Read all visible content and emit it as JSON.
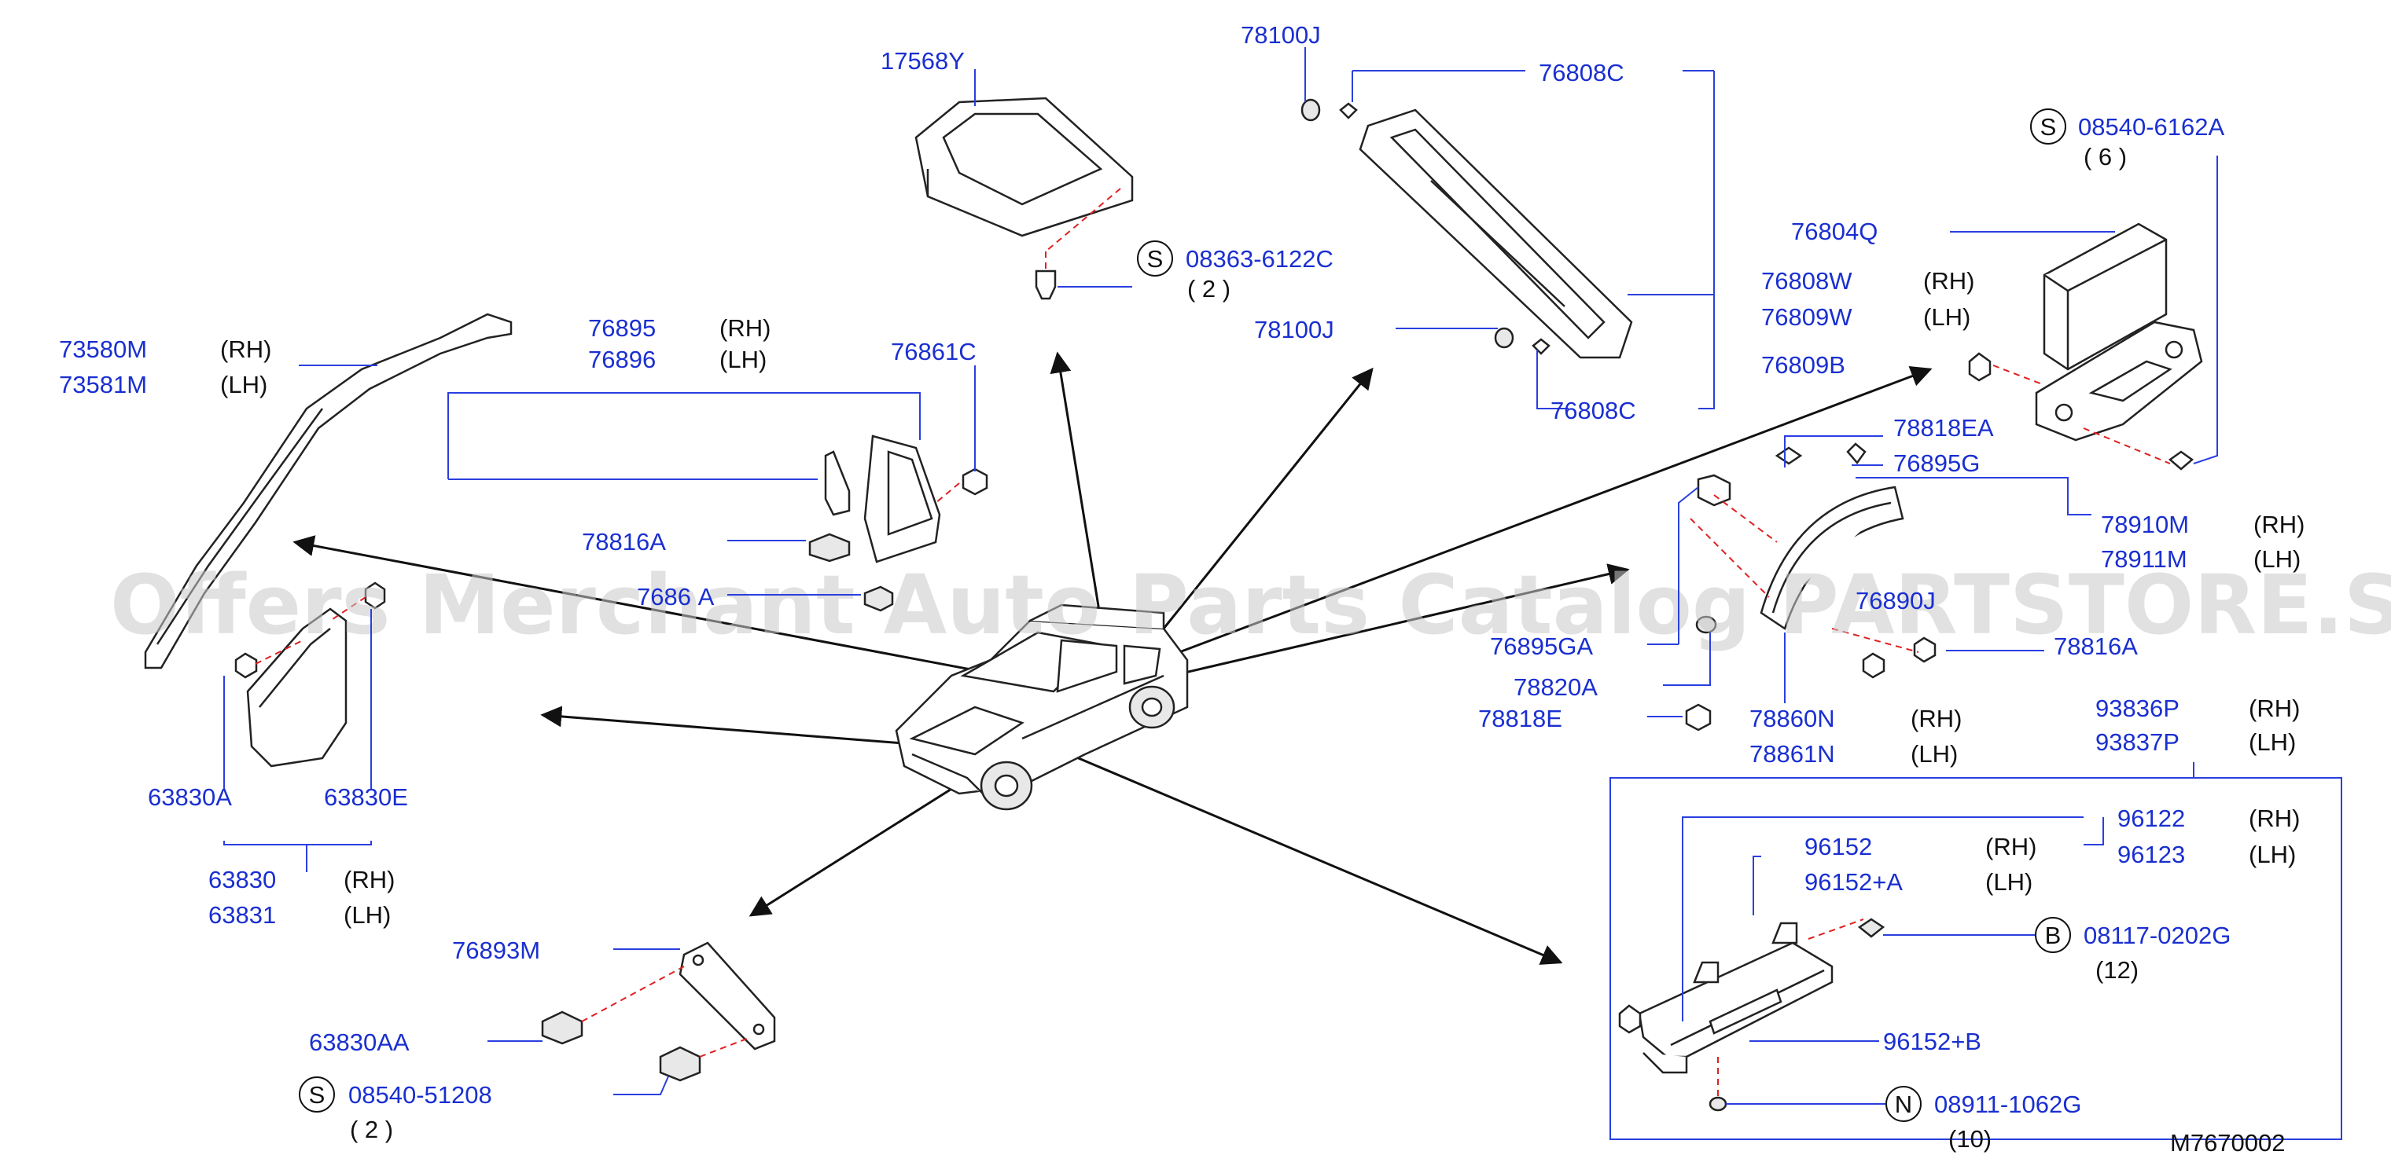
{
  "watermark": "Offers Merchant Auto Parts Catalog PARTSTORE.SA",
  "diagram_code": "M7670002",
  "colors": {
    "part_number": "#1a2fd0",
    "leader": "#2a3fe0",
    "dash": "#e02020",
    "text": "#111111"
  },
  "labels": {
    "p17568Y": "17568Y",
    "s08363": "08363-6122C",
    "s08363_qty": "( 2 )",
    "p78100J_top": "78100J",
    "p76808C_top": "76808C",
    "p76808W": "76808W",
    "p76809W": "76809W",
    "p78100J_mid": "78100J",
    "p76808C_bot": "76808C",
    "s08540_6162A": "08540-6162A",
    "s08540_6162A_qty": "( 6 )",
    "p76804Q": "76804Q",
    "p76809B": "76809B",
    "p73580M": "73580M",
    "p73581M": "73581M",
    "p76895": "76895",
    "p76896": "76896",
    "p76861C": "76861C",
    "p78816A_left": "78816A",
    "p7686_A": "7686 A",
    "p78818EA": "78818EA",
    "p76895G": "76895G",
    "p78910M": "78910M",
    "p78911M": "78911M",
    "p76890J": "76890J",
    "p76895GA": "76895GA",
    "p78816A_right": "78816A",
    "p78820A": "78820A",
    "p78818E": "78818E",
    "p78860N": "78860N",
    "p78861N": "78861N",
    "p63830A": "63830A",
    "p63830E": "63830E",
    "p63830": "63830",
    "p63831": "63831",
    "p93836P": "93836P",
    "p93837P": "93837P",
    "p96122": "96122",
    "p96123": "96123",
    "p96152": "96152",
    "p96152A": "96152+A",
    "b08117": "08117-0202G",
    "b08117_qty": "(12)",
    "p96152B": "96152+B",
    "n08911": "08911-1062G",
    "n08911_qty": "(10)",
    "p76893M": "76893M",
    "p63830AA": "63830AA",
    "s08540_51208": "08540-51208",
    "s08540_51208_qty": "( 2 )"
  },
  "side": {
    "rh": "(RH)",
    "lh": "(LH)"
  },
  "symbols": {
    "s": "S",
    "b": "B",
    "n": "N"
  }
}
